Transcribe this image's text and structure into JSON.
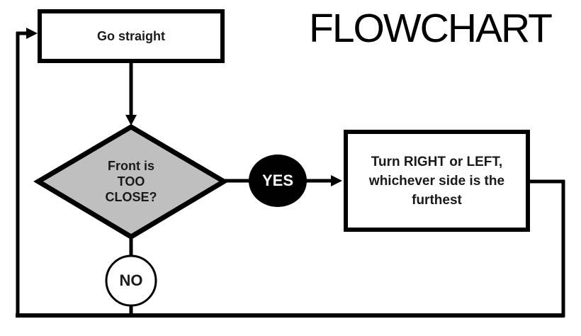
{
  "title": "FLOWCHART",
  "nodes": {
    "start": {
      "label": "Go straight",
      "shape": "rectangle"
    },
    "decision": {
      "label": "Front is\nTOO\nCLOSE?",
      "shape": "diamond"
    },
    "yes_badge": {
      "label": "YES",
      "shape": "filled-circle"
    },
    "no_badge": {
      "label": "NO",
      "shape": "circle"
    },
    "action": {
      "label": "Turn RIGHT or LEFT,\nwhichever side is the\nfurthest",
      "shape": "rectangle"
    }
  },
  "edges": [
    {
      "from": "start",
      "to": "decision"
    },
    {
      "from": "decision",
      "to": "action",
      "via": "YES"
    },
    {
      "from": "decision",
      "to": "start",
      "via": "NO"
    },
    {
      "from": "action",
      "to": "start"
    }
  ],
  "colors": {
    "line": "#000000",
    "decision_fill": "#bfbfbf",
    "yes_fill": "#000000",
    "yes_text": "#ffffff",
    "node_fill": "#ffffff",
    "text": "#1a1a1a"
  }
}
